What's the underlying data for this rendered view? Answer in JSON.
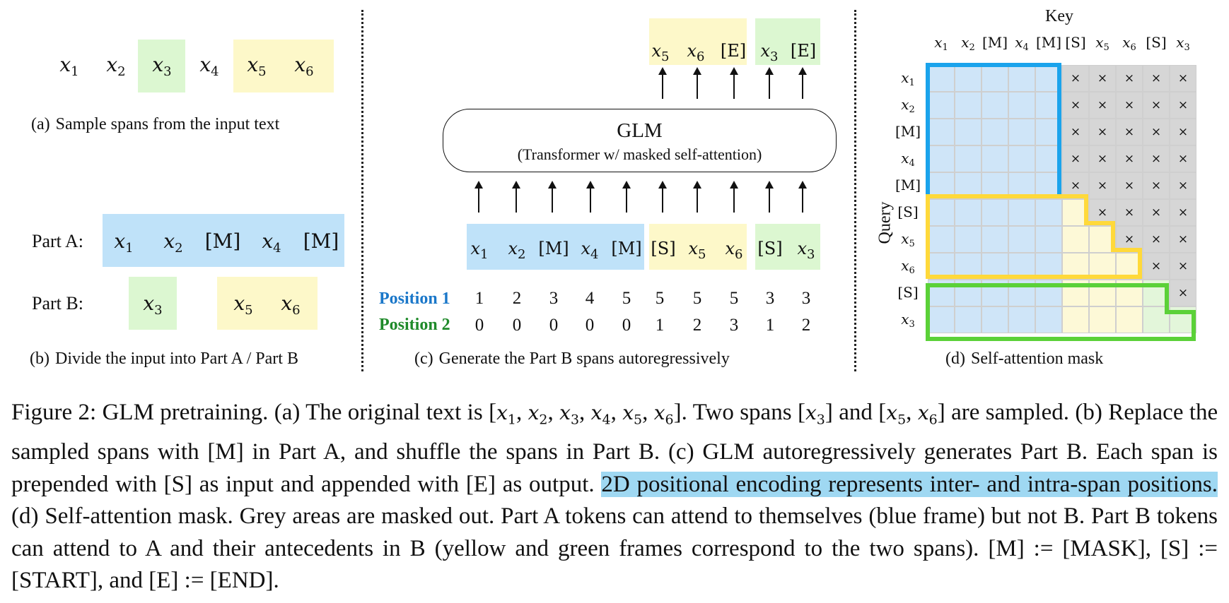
{
  "panel_a": {
    "tokens": [
      "x1",
      "x2",
      "x3",
      "x4",
      "x5",
      "x6"
    ],
    "caption_label": "(a)",
    "caption": "Sample spans from the input text"
  },
  "panel_b": {
    "part_a_label": "Part A:",
    "part_b_label": "Part B:",
    "part_a_tokens": [
      "x1",
      "x2",
      "[M]",
      "x4",
      "[M]"
    ],
    "part_b_tokens": [
      "x3",
      "x5",
      "x6"
    ],
    "caption_label": "(b)",
    "caption": "Divide the input into Part A / Part B"
  },
  "panel_c": {
    "model_title": "GLM",
    "model_subtitle": "(Transformer w/ masked self-attention)",
    "output_tokens": [
      "x5",
      "x6",
      "[E]",
      "x3",
      "[E]"
    ],
    "input_tokens": [
      "x1",
      "x2",
      "[M]",
      "x4",
      "[M]",
      "[S]",
      "x5",
      "x6",
      "[S]",
      "x3"
    ],
    "position1_label": "Position 1",
    "position2_label": "Position 2",
    "position1": [
      "1",
      "2",
      "3",
      "4",
      "5",
      "5",
      "5",
      "5",
      "3",
      "3"
    ],
    "position2": [
      "0",
      "0",
      "0",
      "0",
      "0",
      "1",
      "2",
      "3",
      "1",
      "2"
    ],
    "caption_label": "(c)",
    "caption": "Generate the Part B spans autoregressively"
  },
  "panel_d": {
    "key_label": "Key",
    "query_label": "Query",
    "key_tokens": [
      "x1",
      "x2",
      "[M]",
      "x4",
      "[M]",
      "[S]",
      "x5",
      "x6",
      "[S]",
      "x3"
    ],
    "query_tokens": [
      "x1",
      "x2",
      "[M]",
      "x4",
      "[M]",
      "[S]",
      "x5",
      "x6",
      "[S]",
      "x3"
    ],
    "masked_symbol": "×",
    "caption_label": "(d)",
    "caption": "Self-attention mask"
  },
  "colors": {
    "part_a": "#bfe2f9",
    "span1": "#fdf8c9",
    "span2": "#dcf7d1",
    "frame_blue": "#1aa3ec",
    "frame_yellow": "#ffd93a",
    "frame_green": "#5bd138",
    "masked_grey": "#d6d6d6",
    "position1": "#1a77c9",
    "position2": "#1f8a2a",
    "highlight": "#9fd8f2"
  },
  "figure_caption": {
    "label": "Figure 2:",
    "s1": "GLM pretraining. (a) The original text is",
    "m1": "[x1, x2, x3, x4, x5, x6]",
    "s2": ". Two spans",
    "m2": "[x3]",
    "s3": "and",
    "m3": "[x5, x6]",
    "s4": "are sampled. (b) Replace the sampled spans with [M] in Part A, and shuffle the spans in Part B. (c) GLM autoregressively generates Part B. Each span is prepended with [S] as input and appended with [E] as output.",
    "highlighted": "2D positional encoding represents inter- and intra-span positions.",
    "s5": "(d) Self-attention mask. Grey areas are masked out. Part A tokens can attend to themselves (blue frame) but not B. Part B tokens can attend to A and their antecedents in B (yellow and green frames correspond to the two spans). [M] := [MASK], [S] := [START], and [E] := [END]."
  }
}
